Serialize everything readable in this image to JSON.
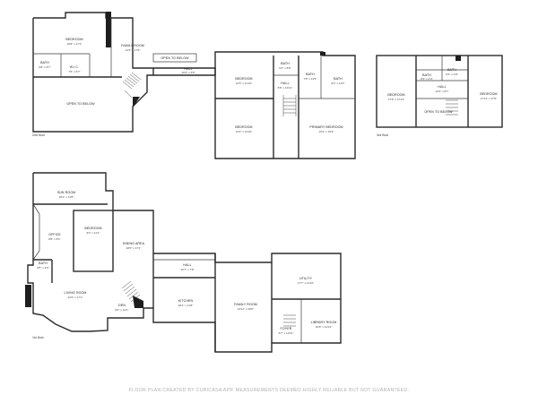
{
  "floors": [
    {
      "id": "second",
      "label": "2nd floor"
    },
    {
      "id": "third",
      "label": "3rd floor"
    },
    {
      "id": "first",
      "label": "1st floor"
    }
  ],
  "rooms": [
    {
      "id": "r1",
      "name": "BEDROOM",
      "dims": "10'8\" x 17'1\""
    },
    {
      "id": "r2",
      "name": "FAMILY ROOM",
      "dims": "12'3\" x 17'9\""
    },
    {
      "id": "r3",
      "name": "BATH",
      "dims": "6'8\" x 5'7\""
    },
    {
      "id": "r4",
      "name": "W.I.C.",
      "dims": "7'6\" x 5'7\""
    },
    {
      "id": "r5",
      "name": "OPEN TO BELOW",
      "dims": ""
    },
    {
      "id": "r6",
      "name": "OPEN TO BELOW",
      "dims": ""
    },
    {
      "id": "r7",
      "name": "HALL",
      "dims": "16'3\" x 3'8\""
    },
    {
      "id": "r8",
      "name": "BEDROOM",
      "dims": "14'5\" x 11'10\""
    },
    {
      "id": "r9",
      "name": "BATH",
      "dims": "5'4\" x 8'9\""
    },
    {
      "id": "r10",
      "name": "BATH",
      "dims": "7'8\" x 11'5\""
    },
    {
      "id": "r11",
      "name": "BATH",
      "dims": "8'2\" x 11'0\""
    },
    {
      "id": "r12",
      "name": "HALL",
      "dims": "6'6\" x 14'11\""
    },
    {
      "id": "r13",
      "name": "BEDROOM",
      "dims": "13'2\" x 14'10\""
    },
    {
      "id": "r14",
      "name": "PRIMARY BEDROOM",
      "dims": "16'4\" x 15'3\""
    },
    {
      "id": "r15",
      "name": "BEDROOM",
      "dims": "17'8\" x 17'11\""
    },
    {
      "id": "r16",
      "name": "BATH",
      "dims": "8'4\" x 4'4\""
    },
    {
      "id": "r17",
      "name": "BATH",
      "dims": "6'4\" x 4'8\""
    },
    {
      "id": "r18",
      "name": "HALL",
      "dims": "12'2\" x 8'7\""
    },
    {
      "id": "r19",
      "name": "OPEN TO BELOW",
      "dims": ""
    },
    {
      "id": "r20",
      "name": "BEDROOM",
      "dims": "17'11\" x 17'5\""
    },
    {
      "id": "r21",
      "name": "SUN ROOM",
      "dims": "18'1\" x 11'8\""
    },
    {
      "id": "r22",
      "name": "OFFICE",
      "dims": "8'8\" x 8'1\""
    },
    {
      "id": "r23",
      "name": "BEDROOM",
      "dims": "9'2\" x 11'1\""
    },
    {
      "id": "r24",
      "name": "DINING AREA",
      "dims": "18'0\" x 17'1\""
    },
    {
      "id": "r25",
      "name": "BATH",
      "dims": "5'5\" x 4'0\""
    },
    {
      "id": "r26",
      "name": "HALL",
      "dims": "10'7\" x 7'8\""
    },
    {
      "id": "r27",
      "name": "LIVING ROOM",
      "dims": "22'4\" x 17'1\""
    },
    {
      "id": "r28",
      "name": "KITCHEN",
      "dims": "18'1\" x 11'8\""
    },
    {
      "id": "r29",
      "name": "FAMILY ROOM",
      "dims": "13'11\" x 28'0\""
    },
    {
      "id": "r30",
      "name": "UTILITY",
      "dims": "17'7\" x 11'10\""
    },
    {
      "id": "r31",
      "name": "DEN",
      "dims": "8'4\" x 12'1\""
    },
    {
      "id": "r32",
      "name": "FOYER",
      "dims": "6'7\" x 12'11\""
    },
    {
      "id": "r33",
      "name": "LIBRARY ROOM",
      "dims": "16'8\" x 12'11\""
    }
  ],
  "footer": "FLOOR PLAN CREATED BY CUBICASA APP. MEASUREMENTS DEEMED HIGHLY RELIABLE BUT NOT GUARANTEED."
}
